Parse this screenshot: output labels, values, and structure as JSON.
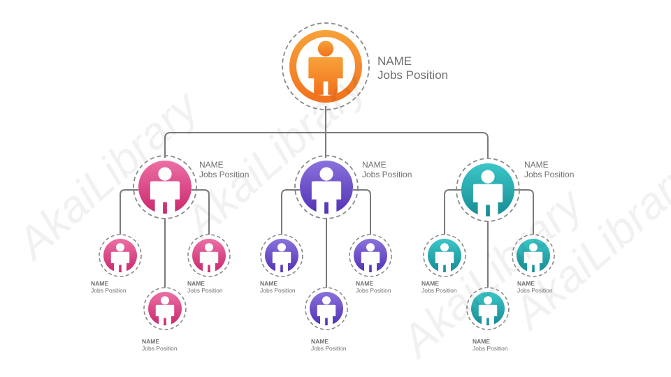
{
  "nodes": {
    "top": {
      "name": "NAME",
      "position": "Jobs Position"
    },
    "left": {
      "name": "NAME",
      "position": "Jobs Position"
    },
    "center": {
      "name": "NAME",
      "position": "Jobs Position"
    },
    "right": {
      "name": "NAME",
      "position": "Jobs Position"
    },
    "left_a": {
      "name": "NAME",
      "position": "Jobs Position"
    },
    "left_b": {
      "name": "NAME",
      "position": "Jobs Position"
    },
    "left_c": {
      "name": "NAME",
      "position": "Jobs Position"
    },
    "center_a": {
      "name": "NAME",
      "position": "Jobs Position"
    },
    "center_b": {
      "name": "NAME",
      "position": "Jobs Position"
    },
    "center_c": {
      "name": "NAME",
      "position": "Jobs Position"
    },
    "right_a": {
      "name": "NAME",
      "position": "Jobs Position"
    },
    "right_b": {
      "name": "NAME",
      "position": "Jobs Position"
    },
    "right_c": {
      "name": "NAME",
      "position": "Jobs Position"
    }
  },
  "watermark": "AkaiLibrary",
  "colors": {
    "orange": [
      "#f7a23a",
      "#f2711d"
    ],
    "pink": [
      "#ec6fa4",
      "#c9296e"
    ],
    "purple": [
      "#8a72dc",
      "#5232b5"
    ],
    "teal": [
      "#3cc6c8",
      "#168c94"
    ],
    "connector": "#7a7a7a",
    "dashed_ring": "#8a8a8a"
  }
}
